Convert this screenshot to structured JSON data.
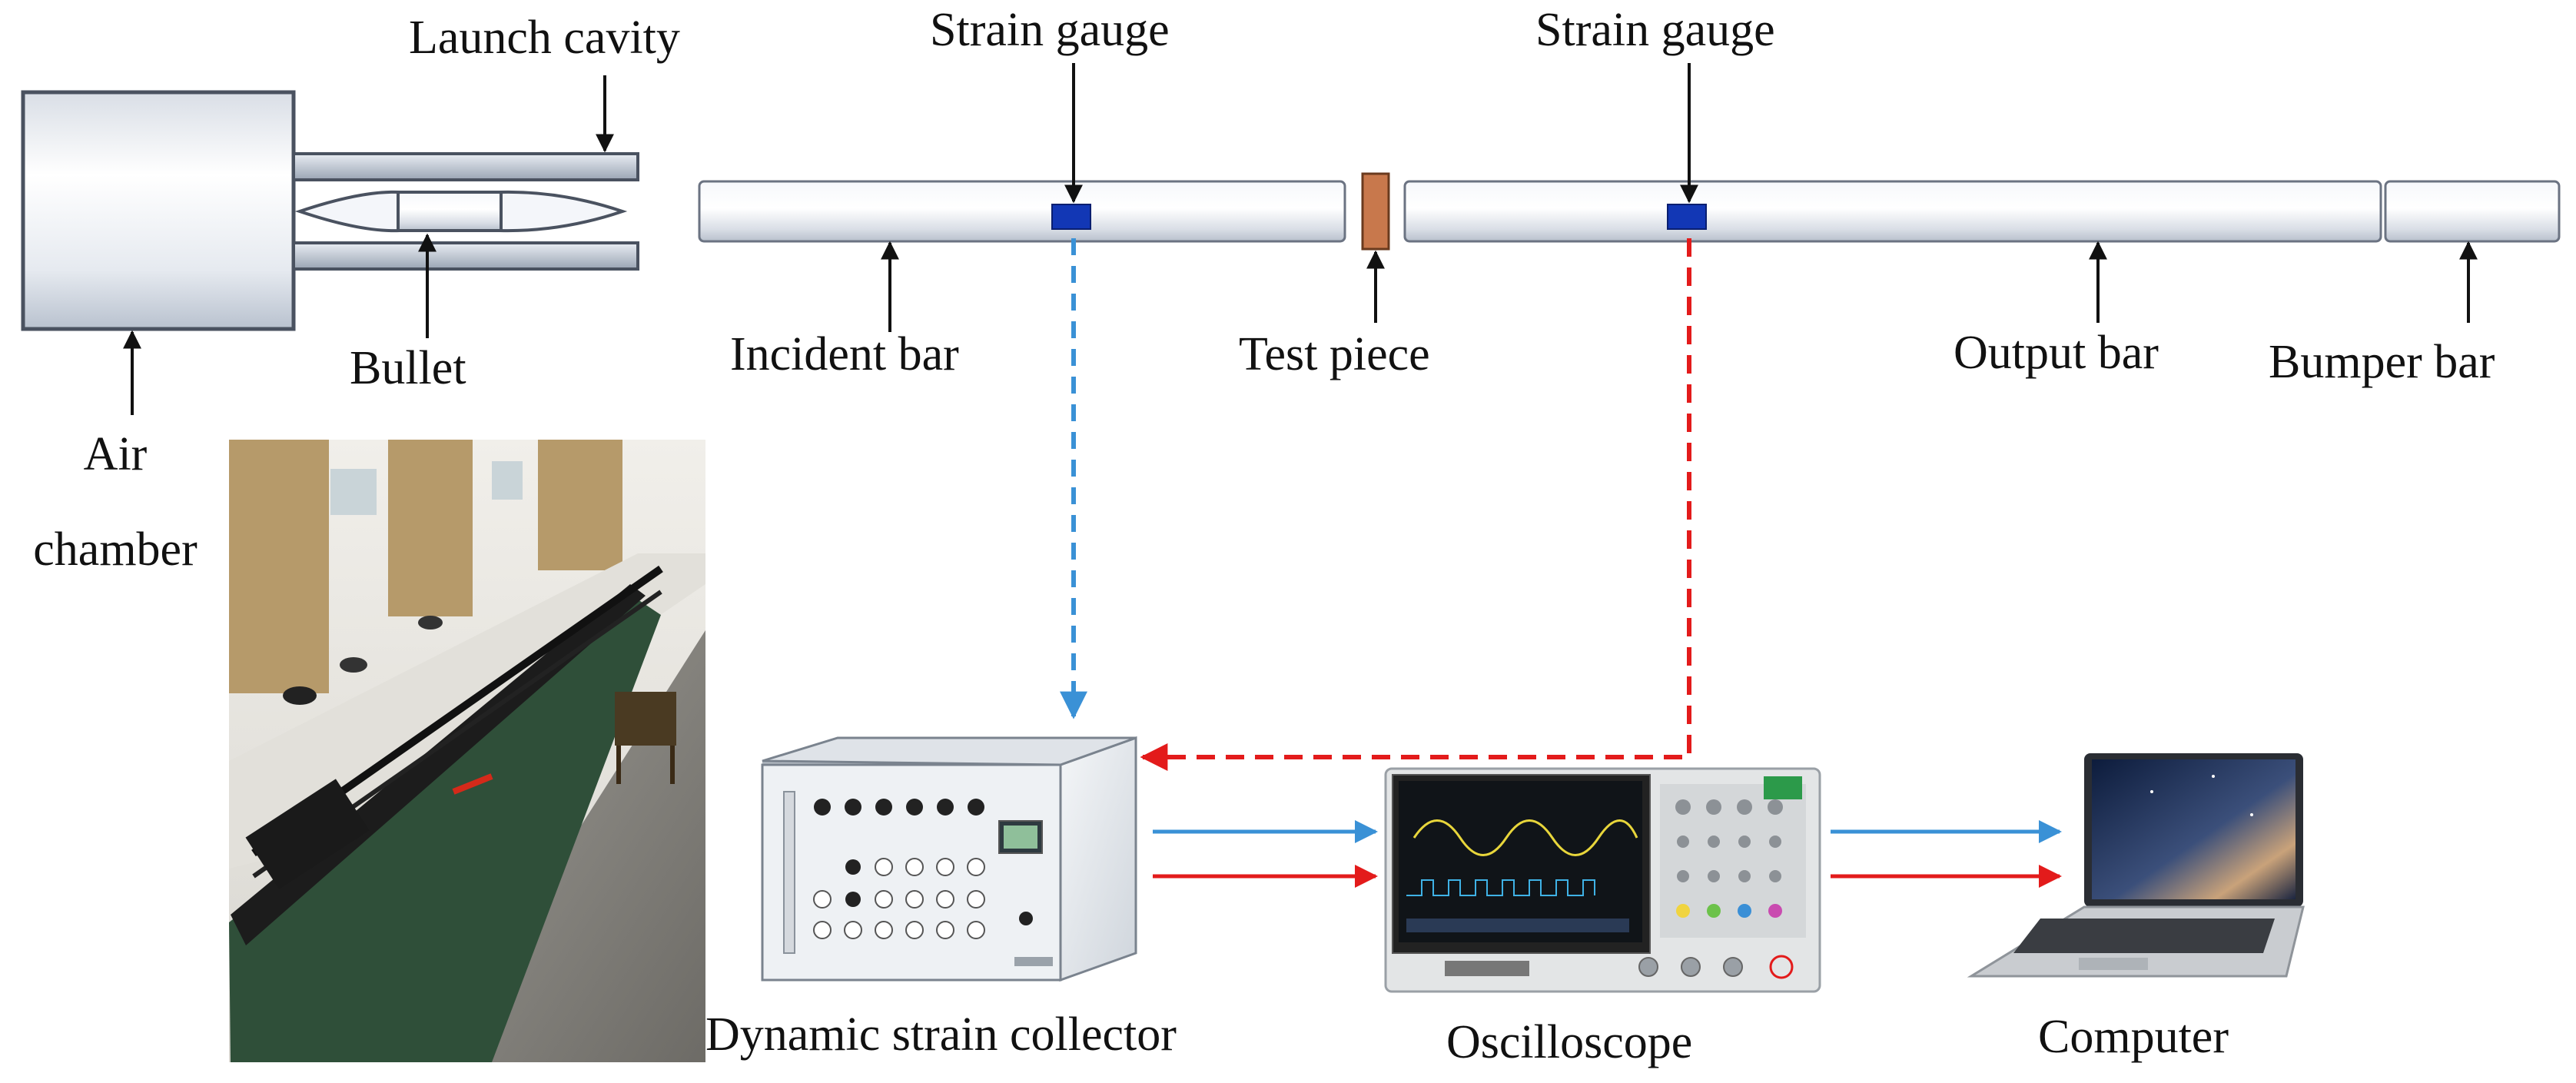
{
  "labels": {
    "launch_cavity": "Launch cavity",
    "bullet": "Bullet",
    "air_chamber_line1": "Air",
    "air_chamber_line2": "chamber",
    "strain_gauge_left": "Strain gauge",
    "strain_gauge_right": "Strain gauge",
    "incident_bar": "Incident bar",
    "test_piece": "Test piece",
    "output_bar": "Output bar",
    "bumper_bar": "Bumper bar",
    "dynamic_strain_collector": "Dynamic strain collector",
    "oscilloscope": "Oscilloscope",
    "computer": "Computer"
  },
  "colors": {
    "bar_fill": "#e4e8ee",
    "bar_stroke": "#5d6573",
    "strain_gauge": "#1237b5",
    "test_piece": "#c8784c",
    "signal_blue": "#3a91d6",
    "signal_red": "#e31b1b",
    "arrow": "#111111"
  },
  "icons": {
    "photo": "lab-setup-photo",
    "collector": "strain-collector-device-icon",
    "oscilloscope": "oscilloscope-device-icon",
    "computer": "laptop-icon"
  }
}
